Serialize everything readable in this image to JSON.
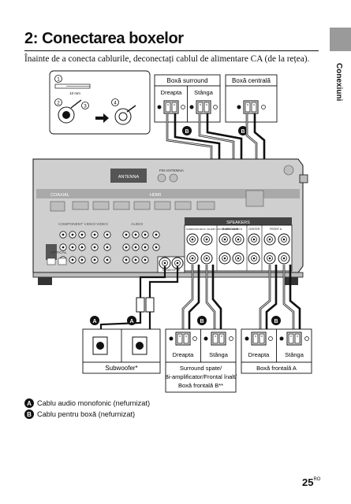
{
  "header": {
    "title": "2: Conectarea boxelor",
    "intro": "Înainte de a conecta cablurile, deconectați cablul de alimentare CA (de la rețea).",
    "side_label": "Conexiuni"
  },
  "inset": {
    "steps": [
      "1",
      "2",
      "3",
      "4"
    ],
    "strip_length": "10 mm"
  },
  "top_speakers": {
    "surround_label": "Boxă surround",
    "center_label": "Boxă centrală",
    "right_label": "Dreapta",
    "left_label": "Stânga"
  },
  "receiver": {
    "antenna_label": "ANTENNA",
    "fm_label": "FM ANTENNA",
    "coaxial_label": "COAXIAL",
    "hdmi_label": "HDMI",
    "component_label": "COMPONENT VIDEO",
    "video_label": "VIDEO",
    "audio_label": "AUDIO",
    "optical_label": "OPTICAL",
    "speakers_label": "SPEAKERS",
    "surround_back_label": "SURROUND BACK / BI-AMP / FRONT HIGH / FRONT B",
    "surround_label": "SURROUND",
    "center_label": "CENTER",
    "front_a_label": "FRONT A",
    "subwoofer_label": "SUBWOOFER"
  },
  "bottom_speakers": {
    "subwoofer_label": "Subwoofer*",
    "right_label": "Dreapta",
    "left_label": "Stânga",
    "surround_back_lines": [
      "Surround spate/",
      "Bi-amplificator/Frontal înalt/",
      "Boxă frontală B**"
    ],
    "front_a_label": "Boxă frontală A"
  },
  "markers": {
    "a": "A",
    "b": "B"
  },
  "legend": [
    {
      "marker": "A",
      "text": "Cablu audio monofonic (nefurnizat)"
    },
    {
      "marker": "B",
      "text": "Cablu pentru boxă (nefurnizat)"
    }
  ],
  "page": {
    "number": "25",
    "suffix": "RO"
  }
}
